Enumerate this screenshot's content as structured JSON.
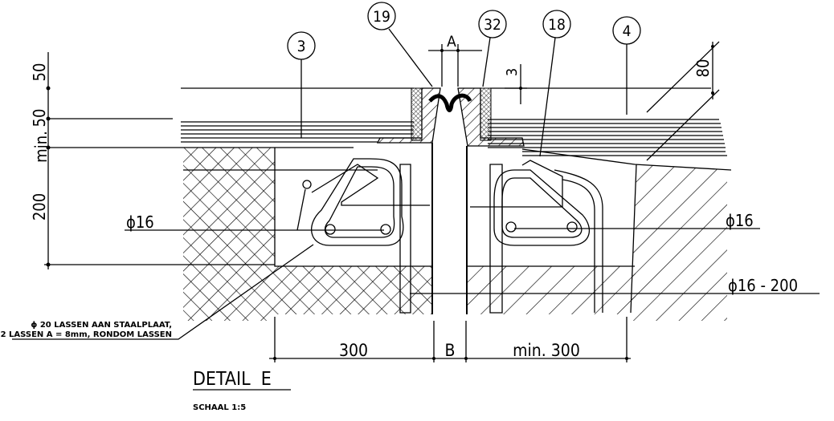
{
  "drawing": {
    "title": "DETAIL  E",
    "scale": "SCHAAL 1:5",
    "callouts": [
      "3",
      "19",
      "32",
      "18",
      "4"
    ],
    "dimensions": {
      "left_top": "50",
      "left_mid": "50",
      "left_min": "min.",
      "left_bottom": "200",
      "gap_top": "A",
      "seal_depth": "3",
      "right_top": "80",
      "bottom_left": "300",
      "bottom_gap": "B",
      "bottom_right": "min. 300"
    },
    "rebar_labels": {
      "left": "ϕ16",
      "right": "ϕ16",
      "stirrup": "ϕ16  -  200"
    },
    "note": {
      "line1": "ϕ 20 LASSEN AAN STAALPLAAT,",
      "line2": "2 LASSEN A = 8mm, RONDOM LASSEN"
    }
  }
}
